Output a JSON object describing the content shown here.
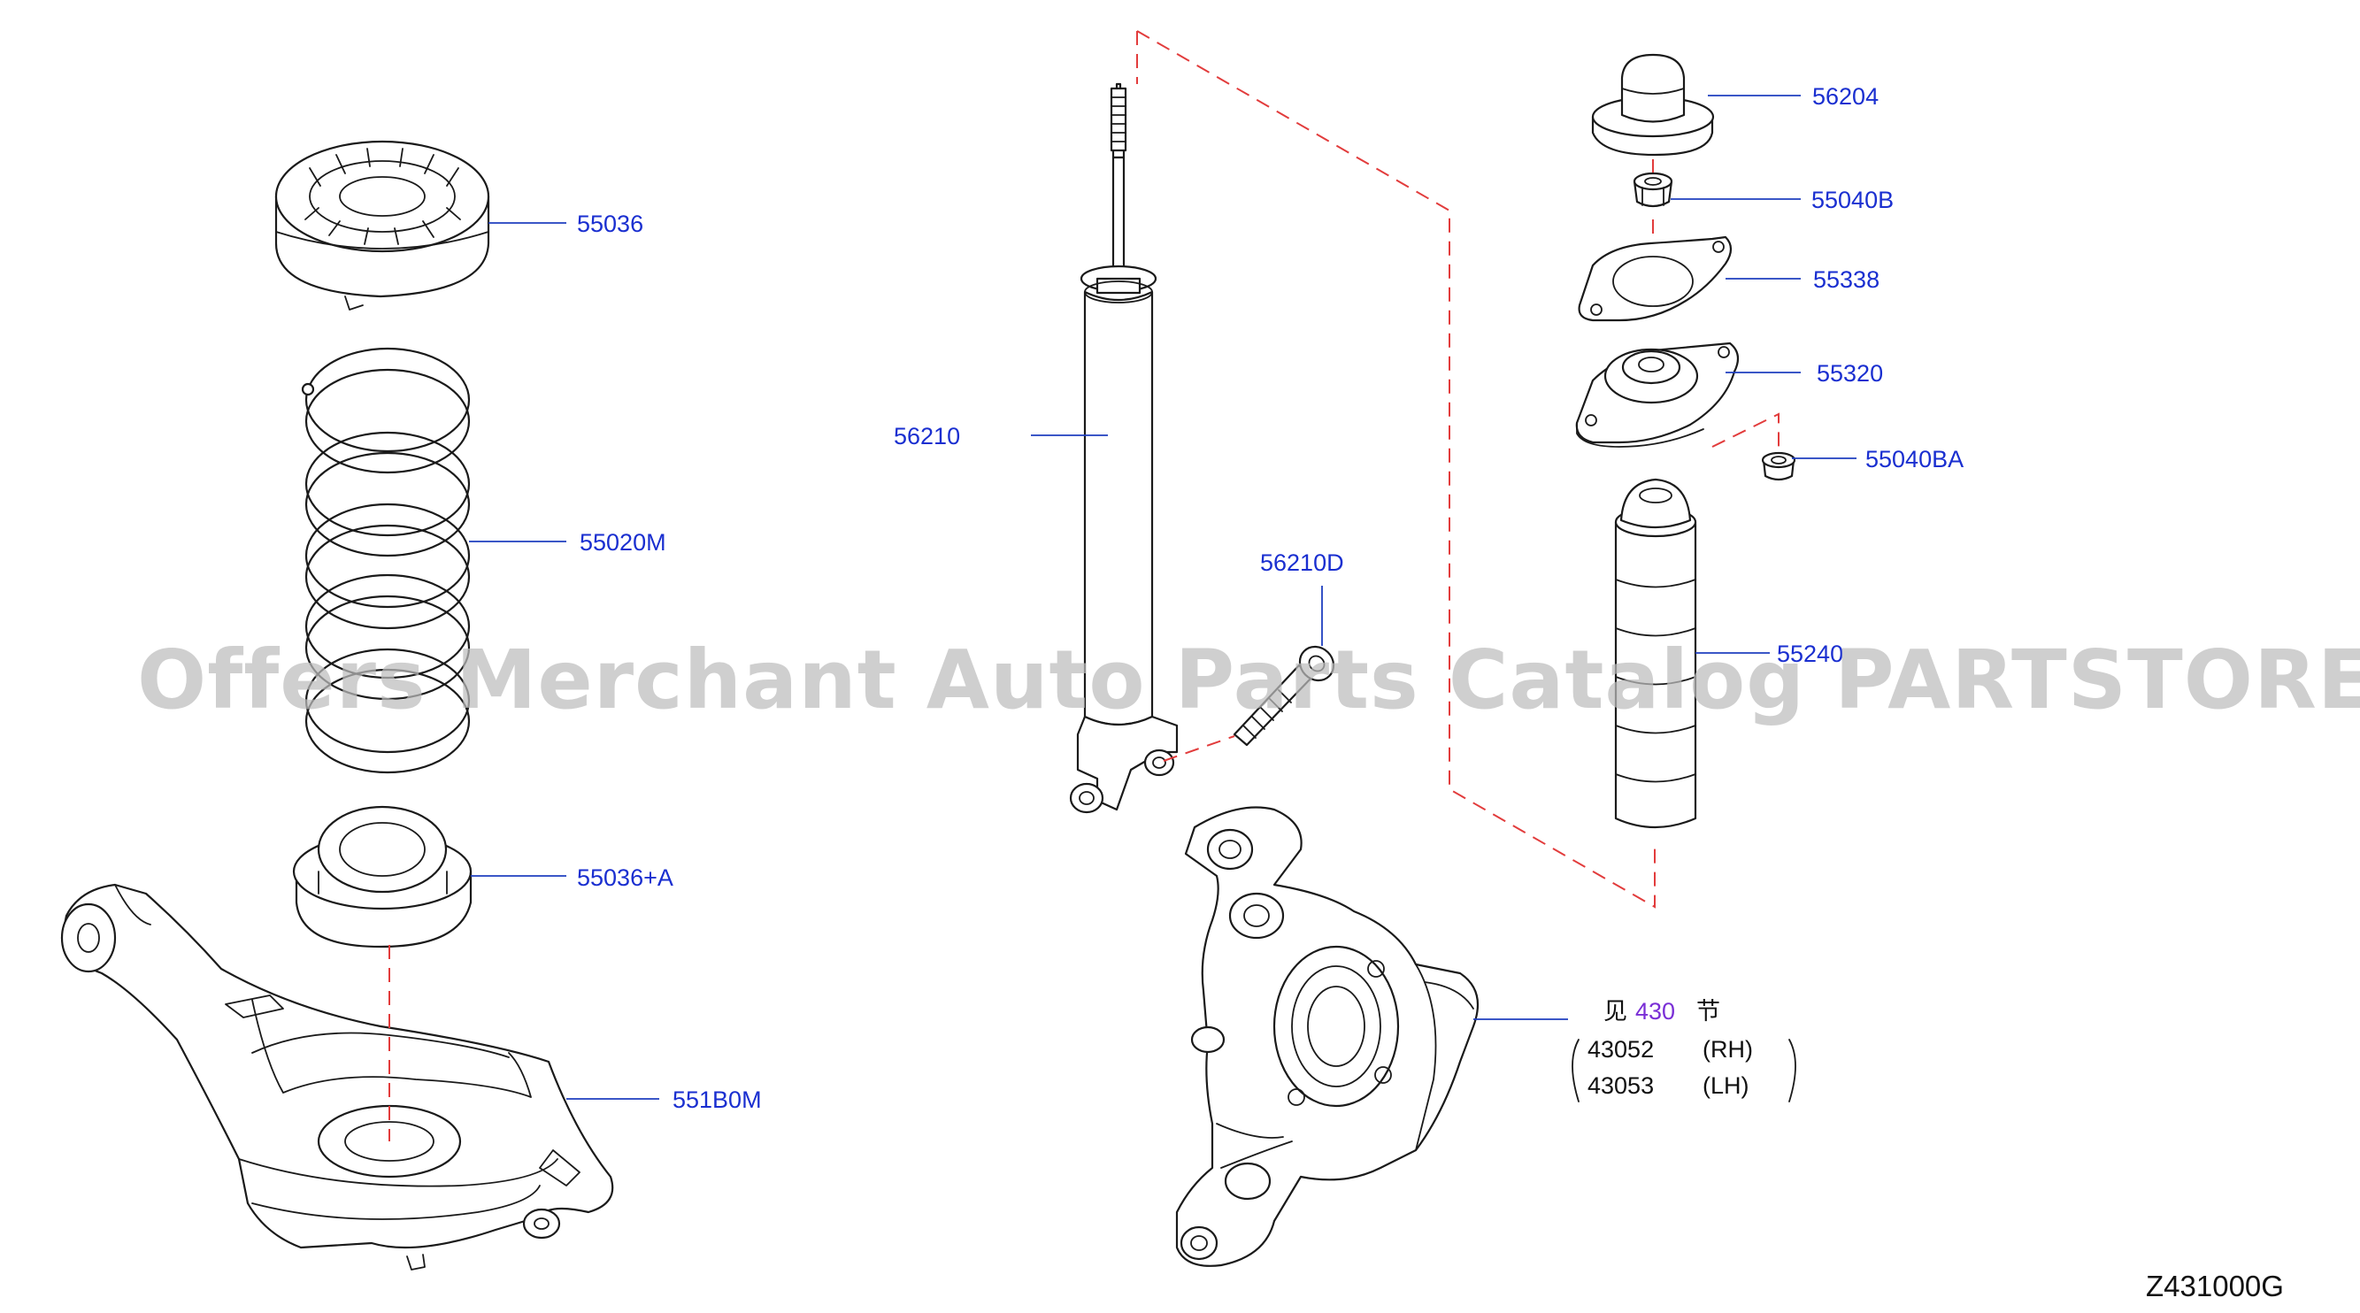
{
  "watermark": "Offers Merchant Auto Parts Catalog PARTSTORE.SA",
  "diagram_code": "Z431000G",
  "labels": {
    "p55036": "55036",
    "p55020m": "55020M",
    "p55036a": "55036+A",
    "p551b0m": "551B0M",
    "p56210": "56210",
    "p56210d": "56210D",
    "p56204": "56204",
    "p55040b": "55040B",
    "p55338": "55338",
    "p55320": "55320",
    "p55040ba": "55040BA",
    "p55240": "55240"
  },
  "knuckle_ref": {
    "see": "见",
    "section": "430",
    "section_suffix": "节",
    "rh_part": "43052",
    "rh_side": "(RH)",
    "lh_part": "43053",
    "lh_side": "(LH)"
  }
}
